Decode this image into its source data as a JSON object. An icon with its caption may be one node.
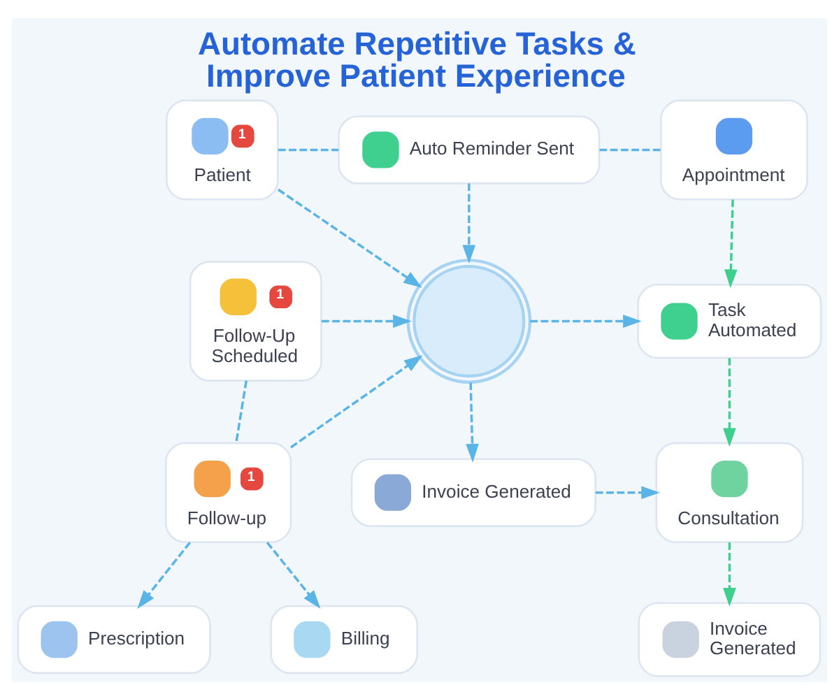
{
  "diagram": {
    "title": "Automate Repetitive Tasks & Improve Patient Experience",
    "nodes": [
      {
        "text": [
          "1",
          "Patient"
        ]
      },
      {
        "text": [
          "Auto Reminder Sent"
        ]
      },
      {
        "text": [
          "Appointment"
        ]
      },
      {
        "text": [
          "1",
          "Follow-Up Scheduled"
        ]
      },
      {
        "text": [],
        "shape": "picture"
      },
      {
        "text": [
          "Task Automated"
        ]
      },
      {
        "text": [
          "1",
          "Follow-up"
        ]
      },
      {
        "text": [
          "Invoice Generated"
        ]
      },
      {
        "text": [
          "Consultation"
        ]
      },
      {
        "text": [
          "Prescription"
        ]
      },
      {
        "text": [
          "Billing"
        ]
      },
      {
        "text": [
          "Invoice Generated"
        ]
      }
    ],
    "edges": [
      {
        "from": 0,
        "to": 1,
        "arrow": "none"
      },
      {
        "from": 1,
        "to": 2,
        "arrow": "none"
      },
      {
        "from": 0,
        "to": 4,
        "arrow": "to"
      },
      {
        "from": 1,
        "to": 4,
        "arrow": "to"
      },
      {
        "from": 2,
        "to": 5,
        "arrow": "to",
        "color": "#3ecf8e"
      },
      {
        "from": 3,
        "to": 4,
        "arrow": "to"
      },
      {
        "from": 3,
        "to": 6,
        "arrow": "none"
      },
      {
        "from": 6,
        "to": 4,
        "arrow": "to"
      },
      {
        "from": 4,
        "to": 5,
        "arrow": "to"
      },
      {
        "from": 4,
        "to": 7,
        "arrow": "to"
      },
      {
        "from": 5,
        "to": 8,
        "arrow": "to",
        "color": "#3ecf8e"
      },
      {
        "from": 7,
        "to": 8,
        "arrow": "to"
      },
      {
        "from": 8,
        "to": 11,
        "arrow": "to",
        "color": "#3ecf8e"
      },
      {
        "from": 6,
        "to": 9,
        "arrow": "to"
      },
      {
        "from": 6,
        "to": 10,
        "arrow": "to"
      }
    ]
  }
}
